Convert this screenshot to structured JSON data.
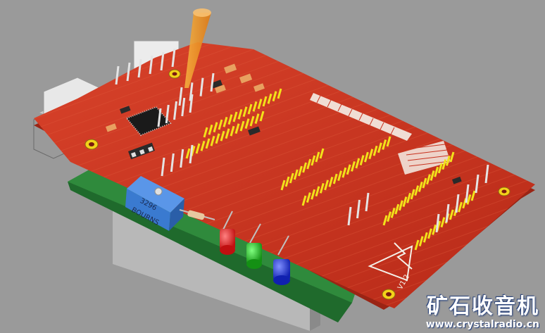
{
  "board": {
    "component_label": "3296",
    "brand_label": "BOURNS",
    "version_label": "V1.2"
  },
  "watermark": {
    "title_cn": "矿石收音机",
    "url": "www.crystalradio.cn"
  },
  "colors": {
    "background": "#9a9a9a",
    "pcb_red": "#c8321e",
    "pcb_green": "#2f8a3c",
    "header_yellow": "#f2e21a",
    "trimpot_blue": "#3a7ad0",
    "led_red": "#e01818",
    "led_green": "#20b020",
    "led_blue": "#1a30d8",
    "cursor_orange": "#f0901a"
  }
}
